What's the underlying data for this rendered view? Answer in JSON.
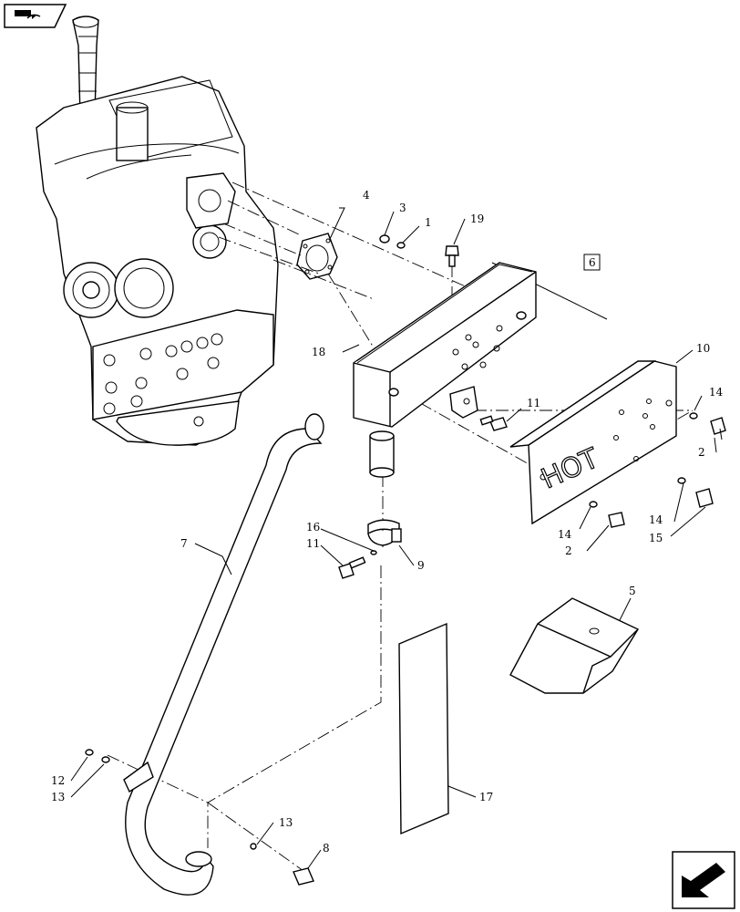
{
  "callouts": {
    "c1": "1",
    "c2a": "2",
    "c2b": "2",
    "c3": "3",
    "c4": "4",
    "c5": "5",
    "c6": "6",
    "c7": "7",
    "c8": "8",
    "c9": "9",
    "c10": "10",
    "c11a": "11",
    "c11b": "11",
    "c12": "12",
    "c13a": "13",
    "c13b": "13",
    "c14a": "14",
    "c14b": "14",
    "c14c": "14",
    "c15": "15",
    "c16": "16",
    "c17": "17",
    "c18": "18",
    "c19": "19"
  },
  "shield_text": "HOT",
  "icons": {
    "top_left": "book-arrow-icon",
    "bottom_right": "next-page-arrow-icon"
  }
}
